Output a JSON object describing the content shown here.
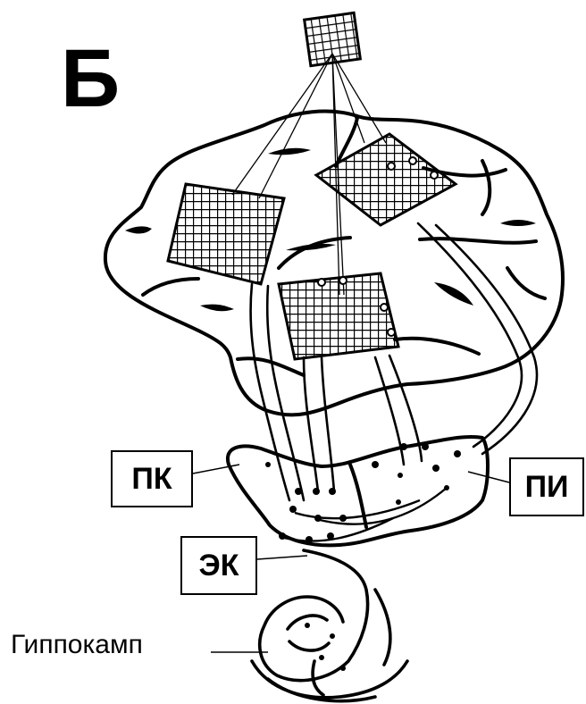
{
  "figure": {
    "panel_letter": "Б",
    "labels": {
      "pk": "ПК",
      "pi": "ПИ",
      "ek": "ЭК",
      "hippocampus": "Гиппокамп"
    }
  }
}
